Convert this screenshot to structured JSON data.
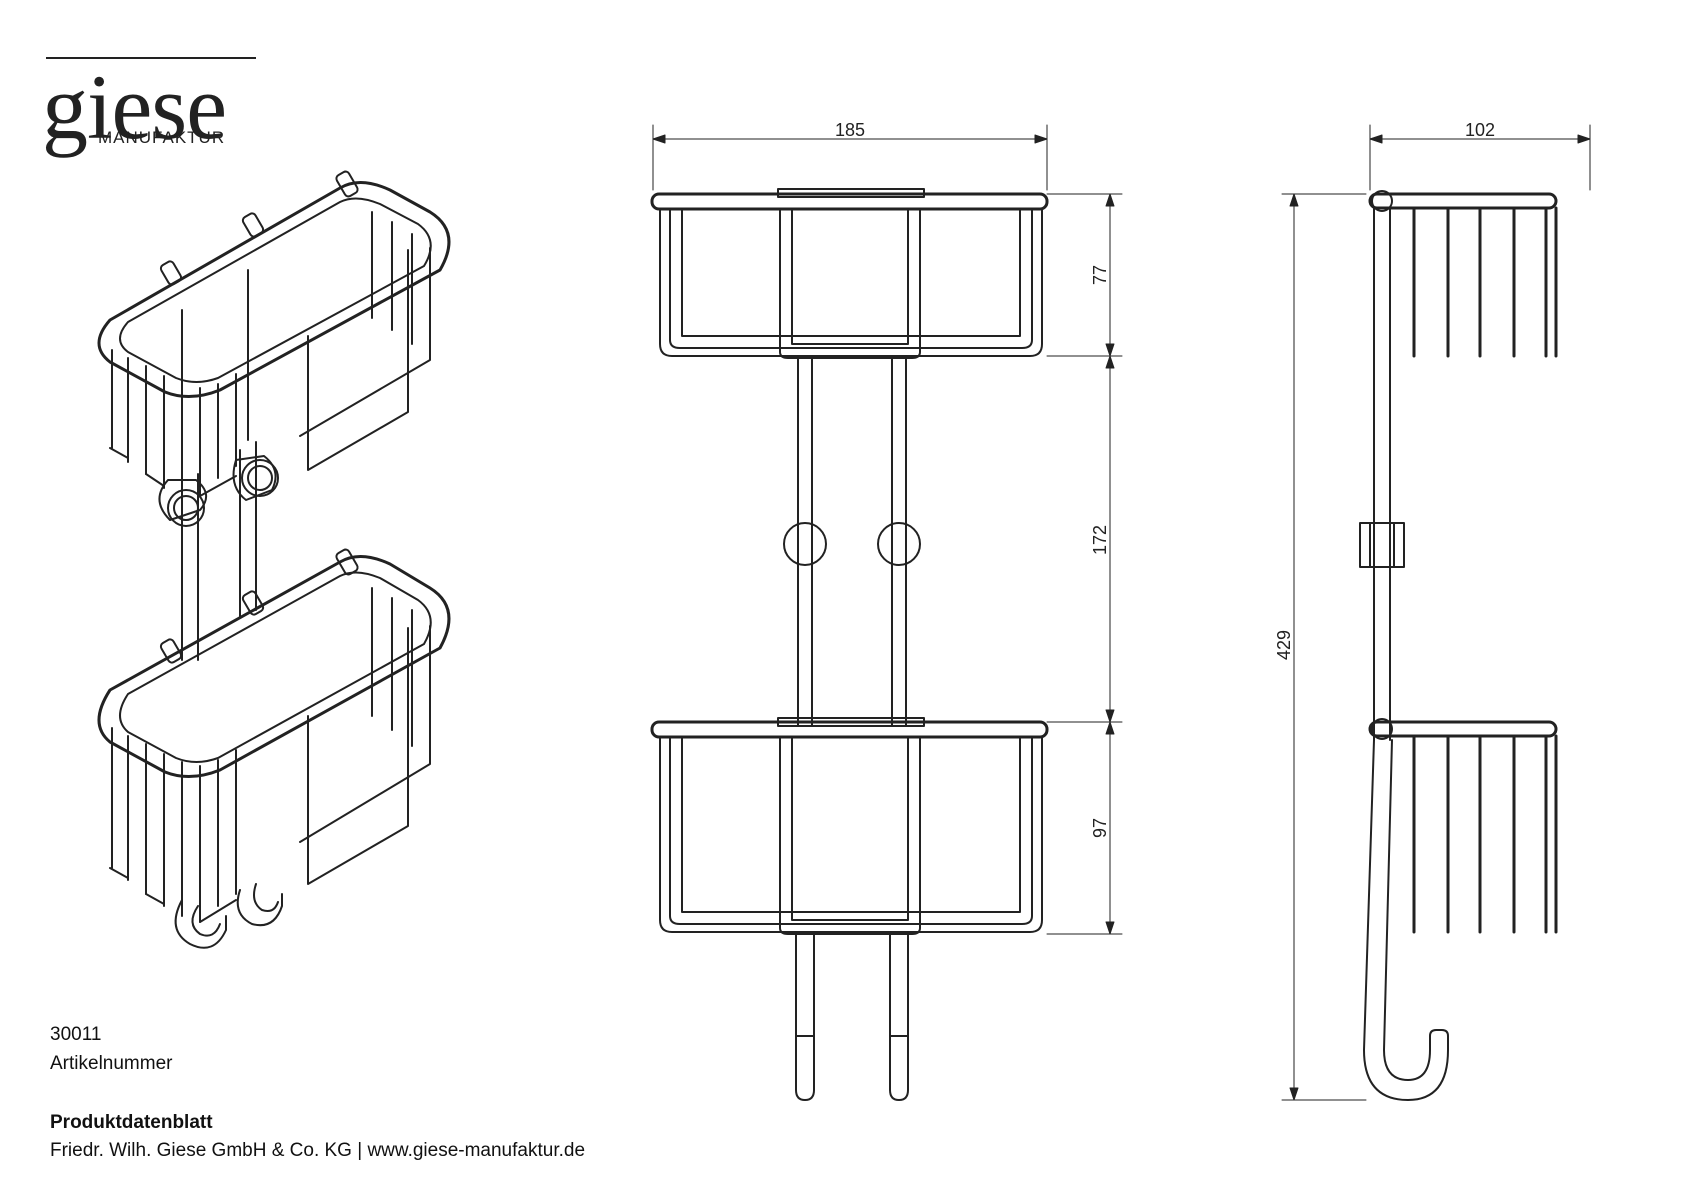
{
  "logo": {
    "name": "giese",
    "subtitle": "MANUFAKTUR"
  },
  "article": {
    "number": "30011",
    "label": "Artikelnummer"
  },
  "footer": {
    "title": "Produktdatenblatt",
    "company": "Friedr. Wilh. Giese GmbH & Co. KG | www.giese-manufaktur.de"
  },
  "dimensions": {
    "front_width": "185",
    "side_depth": "102",
    "top_basket_height": "77",
    "gap_height": "172",
    "bottom_basket_height": "97",
    "total_height": "429"
  },
  "colors": {
    "line": "#222222",
    "background": "#ffffff"
  }
}
